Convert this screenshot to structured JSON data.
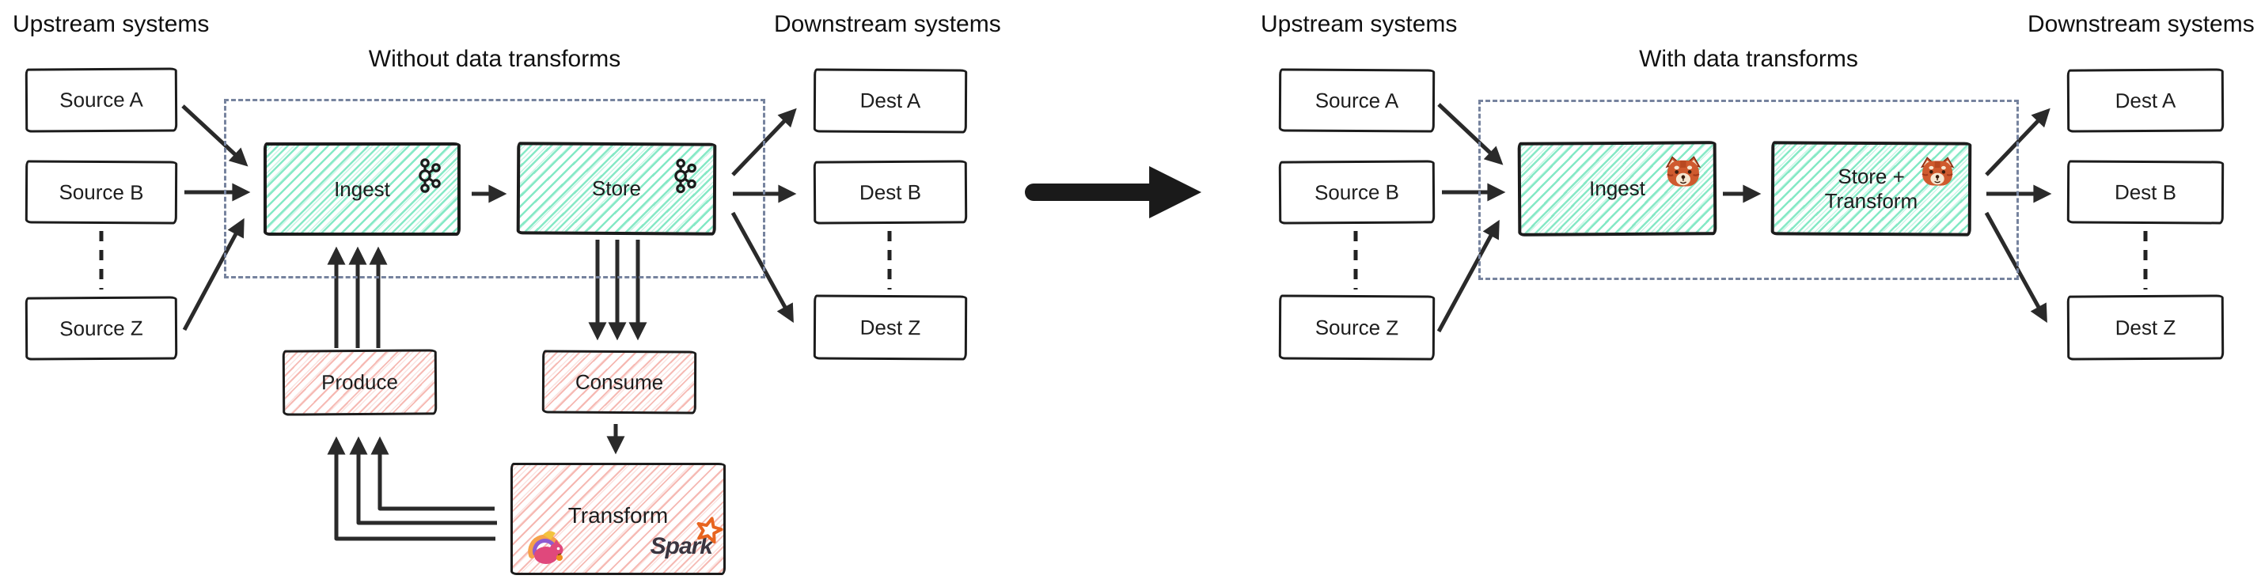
{
  "left_diagram": {
    "upstream_title": "Upstream systems",
    "title": "Without data transforms",
    "downstream_title": "Downstream systems",
    "sources": [
      {
        "label": "Source A"
      },
      {
        "label": "Source B"
      },
      {
        "label": "Source Z"
      }
    ],
    "destinations": [
      {
        "label": "Dest A"
      },
      {
        "label": "Dest B"
      },
      {
        "label": "Dest Z"
      }
    ],
    "ingest": {
      "label": "Ingest",
      "icon": "kafka-logo-icon"
    },
    "store": {
      "label": "Store",
      "icon": "kafka-logo-icon"
    },
    "produce": {
      "label": "Produce"
    },
    "consume": {
      "label": "Consume"
    },
    "transform": {
      "label": "Transform",
      "flink_icon": "flink-squirrel-icon",
      "spark_icon": "spark-star-icon",
      "spark_wordmark": "Spark"
    }
  },
  "right_diagram": {
    "upstream_title": "Upstream systems",
    "title": "With data transforms",
    "downstream_title": "Downstream systems",
    "sources": [
      {
        "label": "Source A"
      },
      {
        "label": "Source B"
      },
      {
        "label": "Source Z"
      }
    ],
    "destinations": [
      {
        "label": "Dest A"
      },
      {
        "label": "Dest B"
      },
      {
        "label": "Dest Z"
      }
    ],
    "ingest": {
      "label": "Ingest",
      "icon": "redpanda-logo-icon"
    },
    "store_transform": {
      "label_line1": "Store +",
      "label_line2": "Transform",
      "icon": "redpanda-logo-icon"
    }
  },
  "colors": {
    "teal_hatch": "#7fe8c3",
    "pink_hatch": "#f4aea7",
    "dashed_boundary": "#76839e",
    "arrow": "#2a2a2a",
    "box_border": "#1c1c1c",
    "spark_orange": "#e8641f",
    "flink_body_pink": "#e0487c",
    "flink_tail_orange": "#f6a14a",
    "flink_tail_purple": "#8e5bd1",
    "redpanda_rust": "#cf5a2e"
  }
}
